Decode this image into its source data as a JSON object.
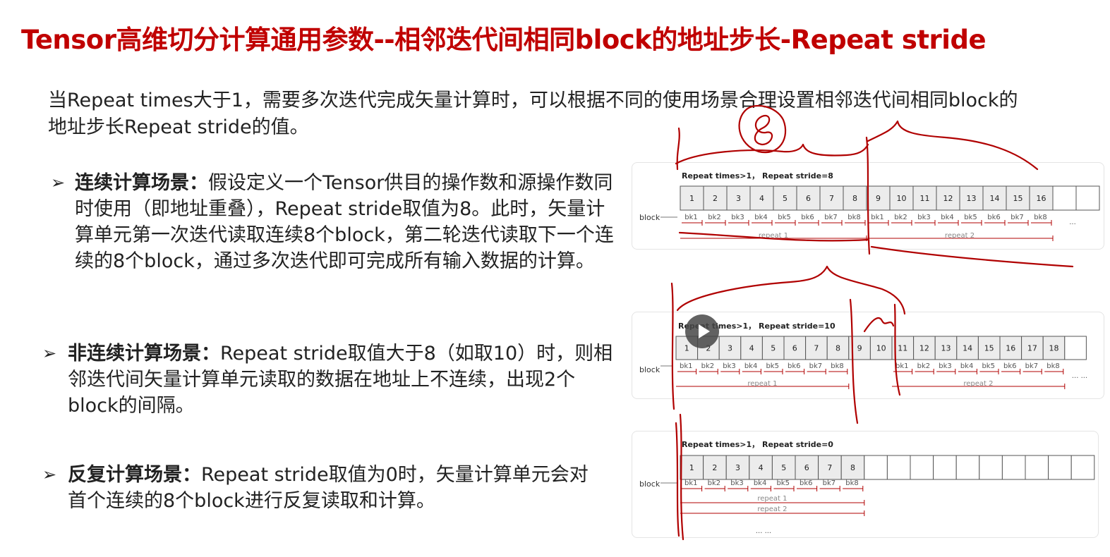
{
  "title": "Tensor高维切分计算通用参数--相邻迭代间相同block的地址步长-Repeat stride",
  "intro": "当Repeat times大于1，需要多次迭代完成矢量计算时，可以根据不同的使用场景合理设置相邻迭代间相同block的地址步长Repeat stride的值。",
  "bullets": [
    {
      "head": "连续计算场景：",
      "text": "假设定义一个Tensor供目的操作数和源操作数同时使用（即地址重叠），Repeat stride取值为8。此时，矢量计算单元第一次迭代读取连续8个block，第二轮迭代读取下一个连续的8个block，通过多次迭代即可完成所有输入数据的计算。"
    },
    {
      "head": "非连续计算场景：",
      "text": "Repeat stride取值大于8（如取10）时，则相邻迭代间矢量计算单元读取的数据在地址上不连续，出现2个block的间隔。"
    },
    {
      "head": "反复计算场景：",
      "text": "Repeat stride取值为0时，矢量计算单元会对首个连续的8个block进行反复读取和计算。"
    }
  ],
  "diagrams": [
    {
      "title": "Repeat times>1，  Repeat stride=8",
      "block_label": "block",
      "cells": [
        "1",
        "2",
        "3",
        "4",
        "5",
        "6",
        "7",
        "8",
        "9",
        "10",
        "11",
        "12",
        "13",
        "14",
        "15",
        "16",
        "",
        ""
      ],
      "bks": [
        "bk1",
        "bk2",
        "bk3",
        "bk4",
        "bk5",
        "bk6",
        "bk7",
        "bk8",
        "bk1",
        "bk2",
        "bk3",
        "bk4",
        "bk5",
        "bk6",
        "bk7",
        "bk8"
      ],
      "repeats": [
        "repeat 1",
        "repeat 2"
      ],
      "ellipsis": "..."
    },
    {
      "title": "Repeat times>1，  Repeat stride=10",
      "block_label": "block",
      "cells": [
        "1",
        "2",
        "3",
        "4",
        "5",
        "6",
        "7",
        "8",
        "9",
        "10",
        "11",
        "12",
        "13",
        "14",
        "15",
        "16",
        "17",
        "18",
        ""
      ],
      "bks": [
        "bk1",
        "bk2",
        "bk3",
        "bk4",
        "bk5",
        "bk6",
        "bk7",
        "bk8",
        "bk1",
        "bk2",
        "bk3",
        "bk4",
        "bk5",
        "bk6",
        "bk7",
        "bk8"
      ],
      "repeats": [
        "repeat 1",
        "repeat 2"
      ],
      "ellipsis": "... ..."
    },
    {
      "title": "Repeat times>1，  Repeat stride=0",
      "block_label": "block",
      "cells": [
        "1",
        "2",
        "3",
        "4",
        "5",
        "6",
        "7",
        "8",
        "",
        "",
        "",
        "",
        "",
        "",
        "",
        "",
        "",
        ""
      ],
      "bks": [
        "bk1",
        "bk2",
        "bk3",
        "bk4",
        "bk5",
        "bk6",
        "bk7",
        "bk8"
      ],
      "repeats": [
        "repeat 1",
        "repeat 2"
      ],
      "ellipsis": "... ..."
    }
  ],
  "colors": {
    "title": "#c00000",
    "annotation": "#b00000",
    "cell_fill": "#ececec"
  }
}
